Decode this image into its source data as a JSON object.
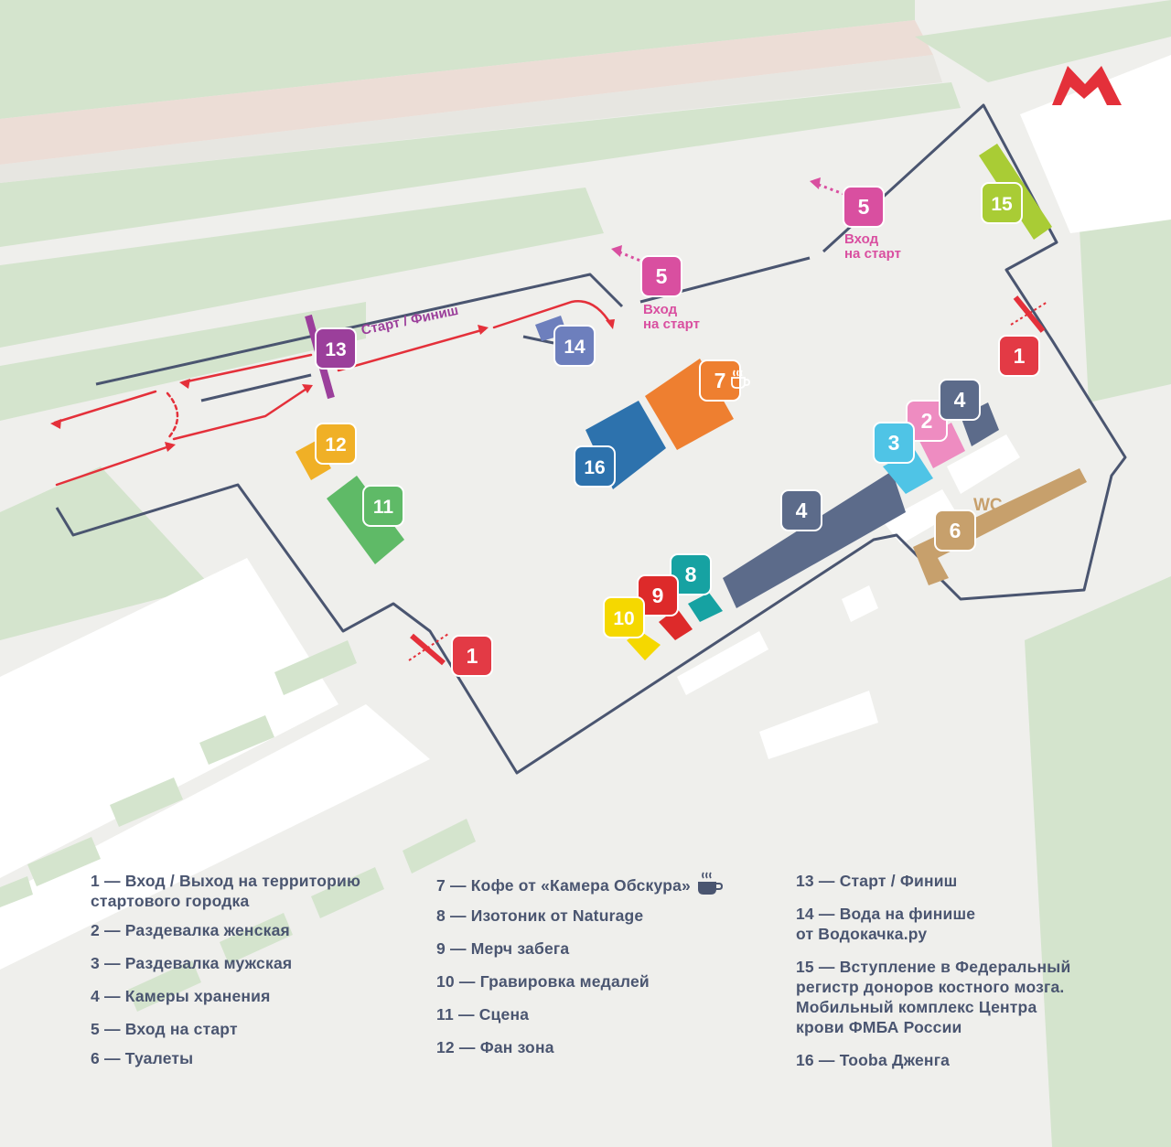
{
  "metro": {
    "letter": "M",
    "color": "#e4303a"
  },
  "colors": {
    "background": "#efefec",
    "green": "#cfe1c8",
    "route": "#e4303a",
    "fence": "#4a5570",
    "text": "#4a5570"
  },
  "markers": [
    {
      "id": "m1a",
      "label": "1",
      "color": "#e33a45"
    },
    {
      "id": "m1b",
      "label": "1",
      "color": "#e33a45"
    },
    {
      "id": "m2",
      "label": "2",
      "color": "#ee8cc1"
    },
    {
      "id": "m3",
      "label": "3",
      "color": "#4fc4e6"
    },
    {
      "id": "m4a",
      "label": "4",
      "color": "#5c6b8a"
    },
    {
      "id": "m4b",
      "label": "4",
      "color": "#5c6b8a"
    },
    {
      "id": "m5a",
      "label": "5",
      "color": "#d94fa0"
    },
    {
      "id": "m5b",
      "label": "5",
      "color": "#d94fa0"
    },
    {
      "id": "m6",
      "label": "6",
      "color": "#c7a06c"
    },
    {
      "id": "m7",
      "label": "7",
      "color": "#ee7f30"
    },
    {
      "id": "m8",
      "label": "8",
      "color": "#16a2a2"
    },
    {
      "id": "m9",
      "label": "9",
      "color": "#dd2a2a"
    },
    {
      "id": "m10",
      "label": "10",
      "color": "#f5d800"
    },
    {
      "id": "m11",
      "label": "11",
      "color": "#5fba67"
    },
    {
      "id": "m12",
      "label": "12",
      "color": "#f0b026"
    },
    {
      "id": "m13",
      "label": "13",
      "color": "#9b3f9b"
    },
    {
      "id": "m14",
      "label": "14",
      "color": "#6d7fbd"
    },
    {
      "id": "m15",
      "label": "15",
      "color": "#a9cc35"
    },
    {
      "id": "m16",
      "label": "16",
      "color": "#2d72ad"
    }
  ],
  "map_labels": {
    "start_finish": "Старт / Финиш",
    "entry_a_line1": "Вход",
    "entry_a_line2": "на старт",
    "entry_b_line1": "Вход",
    "entry_b_line2": "на старт",
    "wc": "WC"
  },
  "legend": {
    "col1": [
      "1 — Вход / Выход на территорию\nстартового городка",
      "2 — Раздевалка женская",
      "3 — Раздевалка мужская",
      "4 — Камеры хранения",
      "5 — Вход на старт",
      "6 — Туалеты"
    ],
    "col2": [
      "7 — Кофе от «Камера Обскура»",
      "8 — Изотоник от Naturage",
      "9 — Мерч забега",
      "10 — Гравировка медалей",
      "11 — Сцена",
      "12 — Фан зона"
    ],
    "col3": [
      "13 — Старт / Финиш",
      "14 — Вода на финише\nот Водокачка.ру",
      "15 — Вступление в Федеральный\nрегистр доноров костного мозга.\nМобильный комплекс Центра\nкрови ФМБА России",
      "16 — Tooba Дженга"
    ]
  }
}
